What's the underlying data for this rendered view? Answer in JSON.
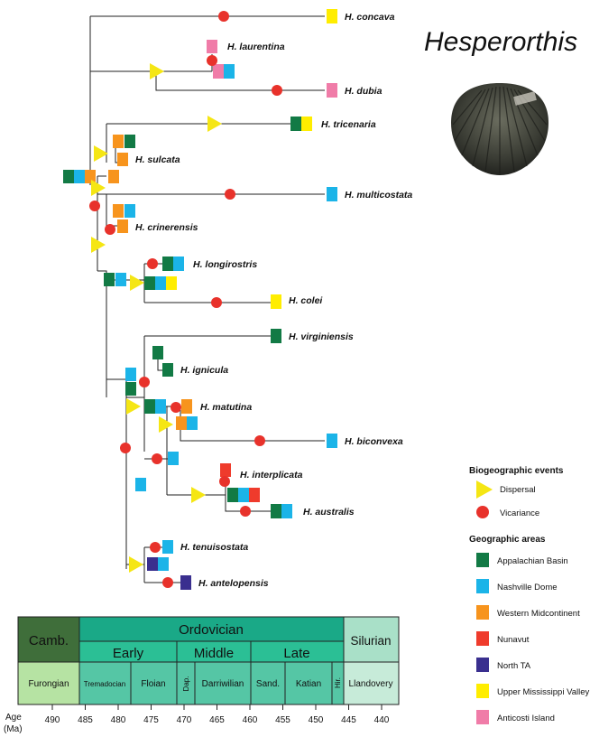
{
  "title": "Hesperorthis",
  "colors": {
    "appalachian": "#127a45",
    "nashville": "#1bb4e8",
    "western": "#f7941d",
    "nunavut": "#ef3b2c",
    "northta": "#3a2f8f",
    "upper": "#ffed00",
    "anticosti": "#f07ca8",
    "dispersal": "#f5e614",
    "vicariance": "#e8322b",
    "cambrian": "#3f6e3a",
    "ordovician": "#1aa987",
    "ordovician_sub": "#2bbf95",
    "silurian": "#a9e0c8",
    "furongian": "#b6e3a3",
    "ord_stage": "#55c6a5",
    "silurian_stage": "#c7ebd9"
  },
  "taxa": [
    "H. concava",
    "H. laurentina",
    "H. dubia",
    "H. tricenaria",
    "H. sulcata",
    "H. multicostata",
    "H. crinerensis",
    "H. longirostris",
    "H. colei",
    "H. virginiensis",
    "H. ignicula",
    "H. matutina",
    "H. biconvexa",
    "H. interplicata",
    "H. australis",
    "H. tenuisostata",
    "H. antelopensis"
  ],
  "legend": {
    "events_title": "Biogeographic events",
    "dispersal": "Dispersal",
    "vicariance": "Vicariance",
    "areas_title": "Geographic areas",
    "areas": [
      {
        "label": "Appalachian Basin",
        "color": "#127a45"
      },
      {
        "label": "Nashville Dome",
        "color": "#1bb4e8"
      },
      {
        "label": "Western Midcontinent",
        "color": "#f7941d"
      },
      {
        "label": "Nunavut",
        "color": "#ef3b2c"
      },
      {
        "label": "North TA",
        "color": "#3a2f8f"
      },
      {
        "label": "Upper Mississippi Valley",
        "color": "#ffed00"
      },
      {
        "label": "Anticosti Island",
        "color": "#f07ca8"
      }
    ]
  },
  "timescale": {
    "periods": [
      "Camb.",
      "Ordovician",
      "Silurian"
    ],
    "epochs": [
      "Early",
      "Middle",
      "Late"
    ],
    "stages": [
      "Furongian",
      "Tremadocian",
      "Floian",
      "Dap.",
      "Darriwilian",
      "Sand.",
      "Katian",
      "Hir.",
      "Llandovery"
    ],
    "axis_label_1": "Age",
    "axis_label_2": "(Ma)",
    "ticks": [
      "490",
      "485",
      "480",
      "475",
      "470",
      "465",
      "460",
      "455",
      "450",
      "445",
      "440"
    ]
  }
}
